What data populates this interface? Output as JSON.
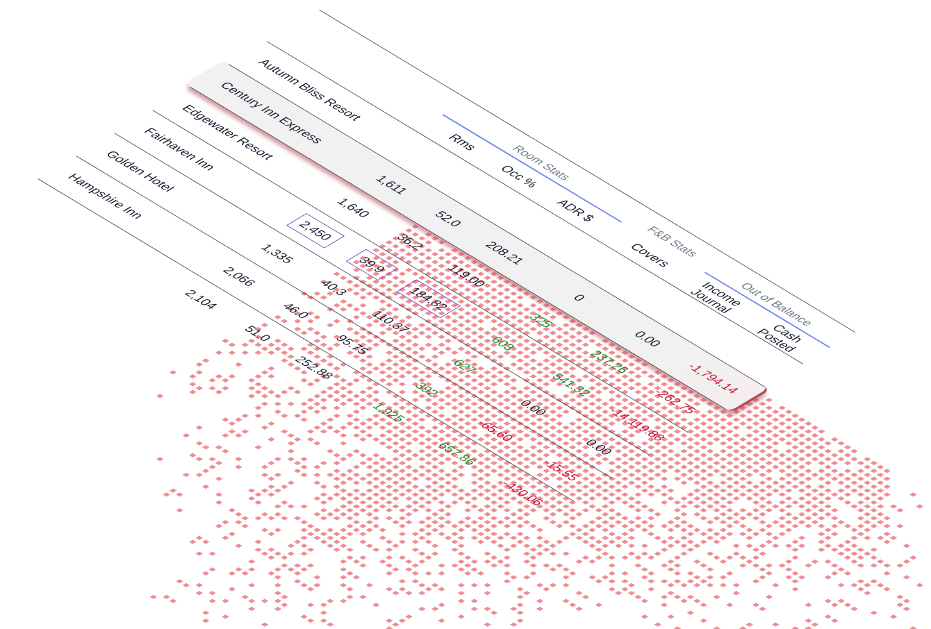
{
  "groups": {
    "room_stats": "Room Stats",
    "fb_stats": "F&B Stats",
    "out_of_balance": "Out of Balance"
  },
  "columns": {
    "rms": "Rms",
    "occ": "Occ %",
    "adr": "ADR $",
    "covers": "Covers",
    "income_journal": "Income Journal",
    "cash_posted": "Cash Posted"
  },
  "rows": [
    {
      "hotel": "Autumn Bliss Resort",
      "rms": "1,611",
      "occ": "52.0",
      "adr": "208.21",
      "covers": "0",
      "income": "0.00",
      "cash": "-1,794.14"
    },
    {
      "hotel": "Century Inn Express",
      "rms": "1,640",
      "occ": "36.2",
      "adr": "119.00",
      "covers": "325",
      "income": "237.26",
      "cash": "-262.75"
    },
    {
      "hotel": "Edgewater Resort",
      "rms": "2,450",
      "occ": "39.9",
      "adr": "184.82",
      "covers": "603",
      "income": "541.32",
      "cash": "-14,119.88"
    },
    {
      "hotel": "Fairhaven Inn",
      "rms": "1,335",
      "occ": "40.3",
      "adr": "110.37",
      "covers": "627",
      "income": "0.00",
      "cash": "0.00"
    },
    {
      "hotel": "Golden Hotel",
      "rms": "2,066",
      "occ": "46.0",
      "adr": "95.75",
      "covers": "392",
      "income": "-65.60",
      "cash": "-15.55"
    },
    {
      "hotel": "Hampshire Inn",
      "rms": "2,104",
      "occ": "51.0",
      "adr": "252.88",
      "covers": "1,925",
      "income": "657.86",
      "cash": "-430.06"
    }
  ],
  "colors": {
    "positive": "#1f8a2c",
    "negative": "#c6163c",
    "group_rule": "#6c84f2",
    "dot": "#f08d91",
    "highlight_edge": "#b24d55"
  }
}
